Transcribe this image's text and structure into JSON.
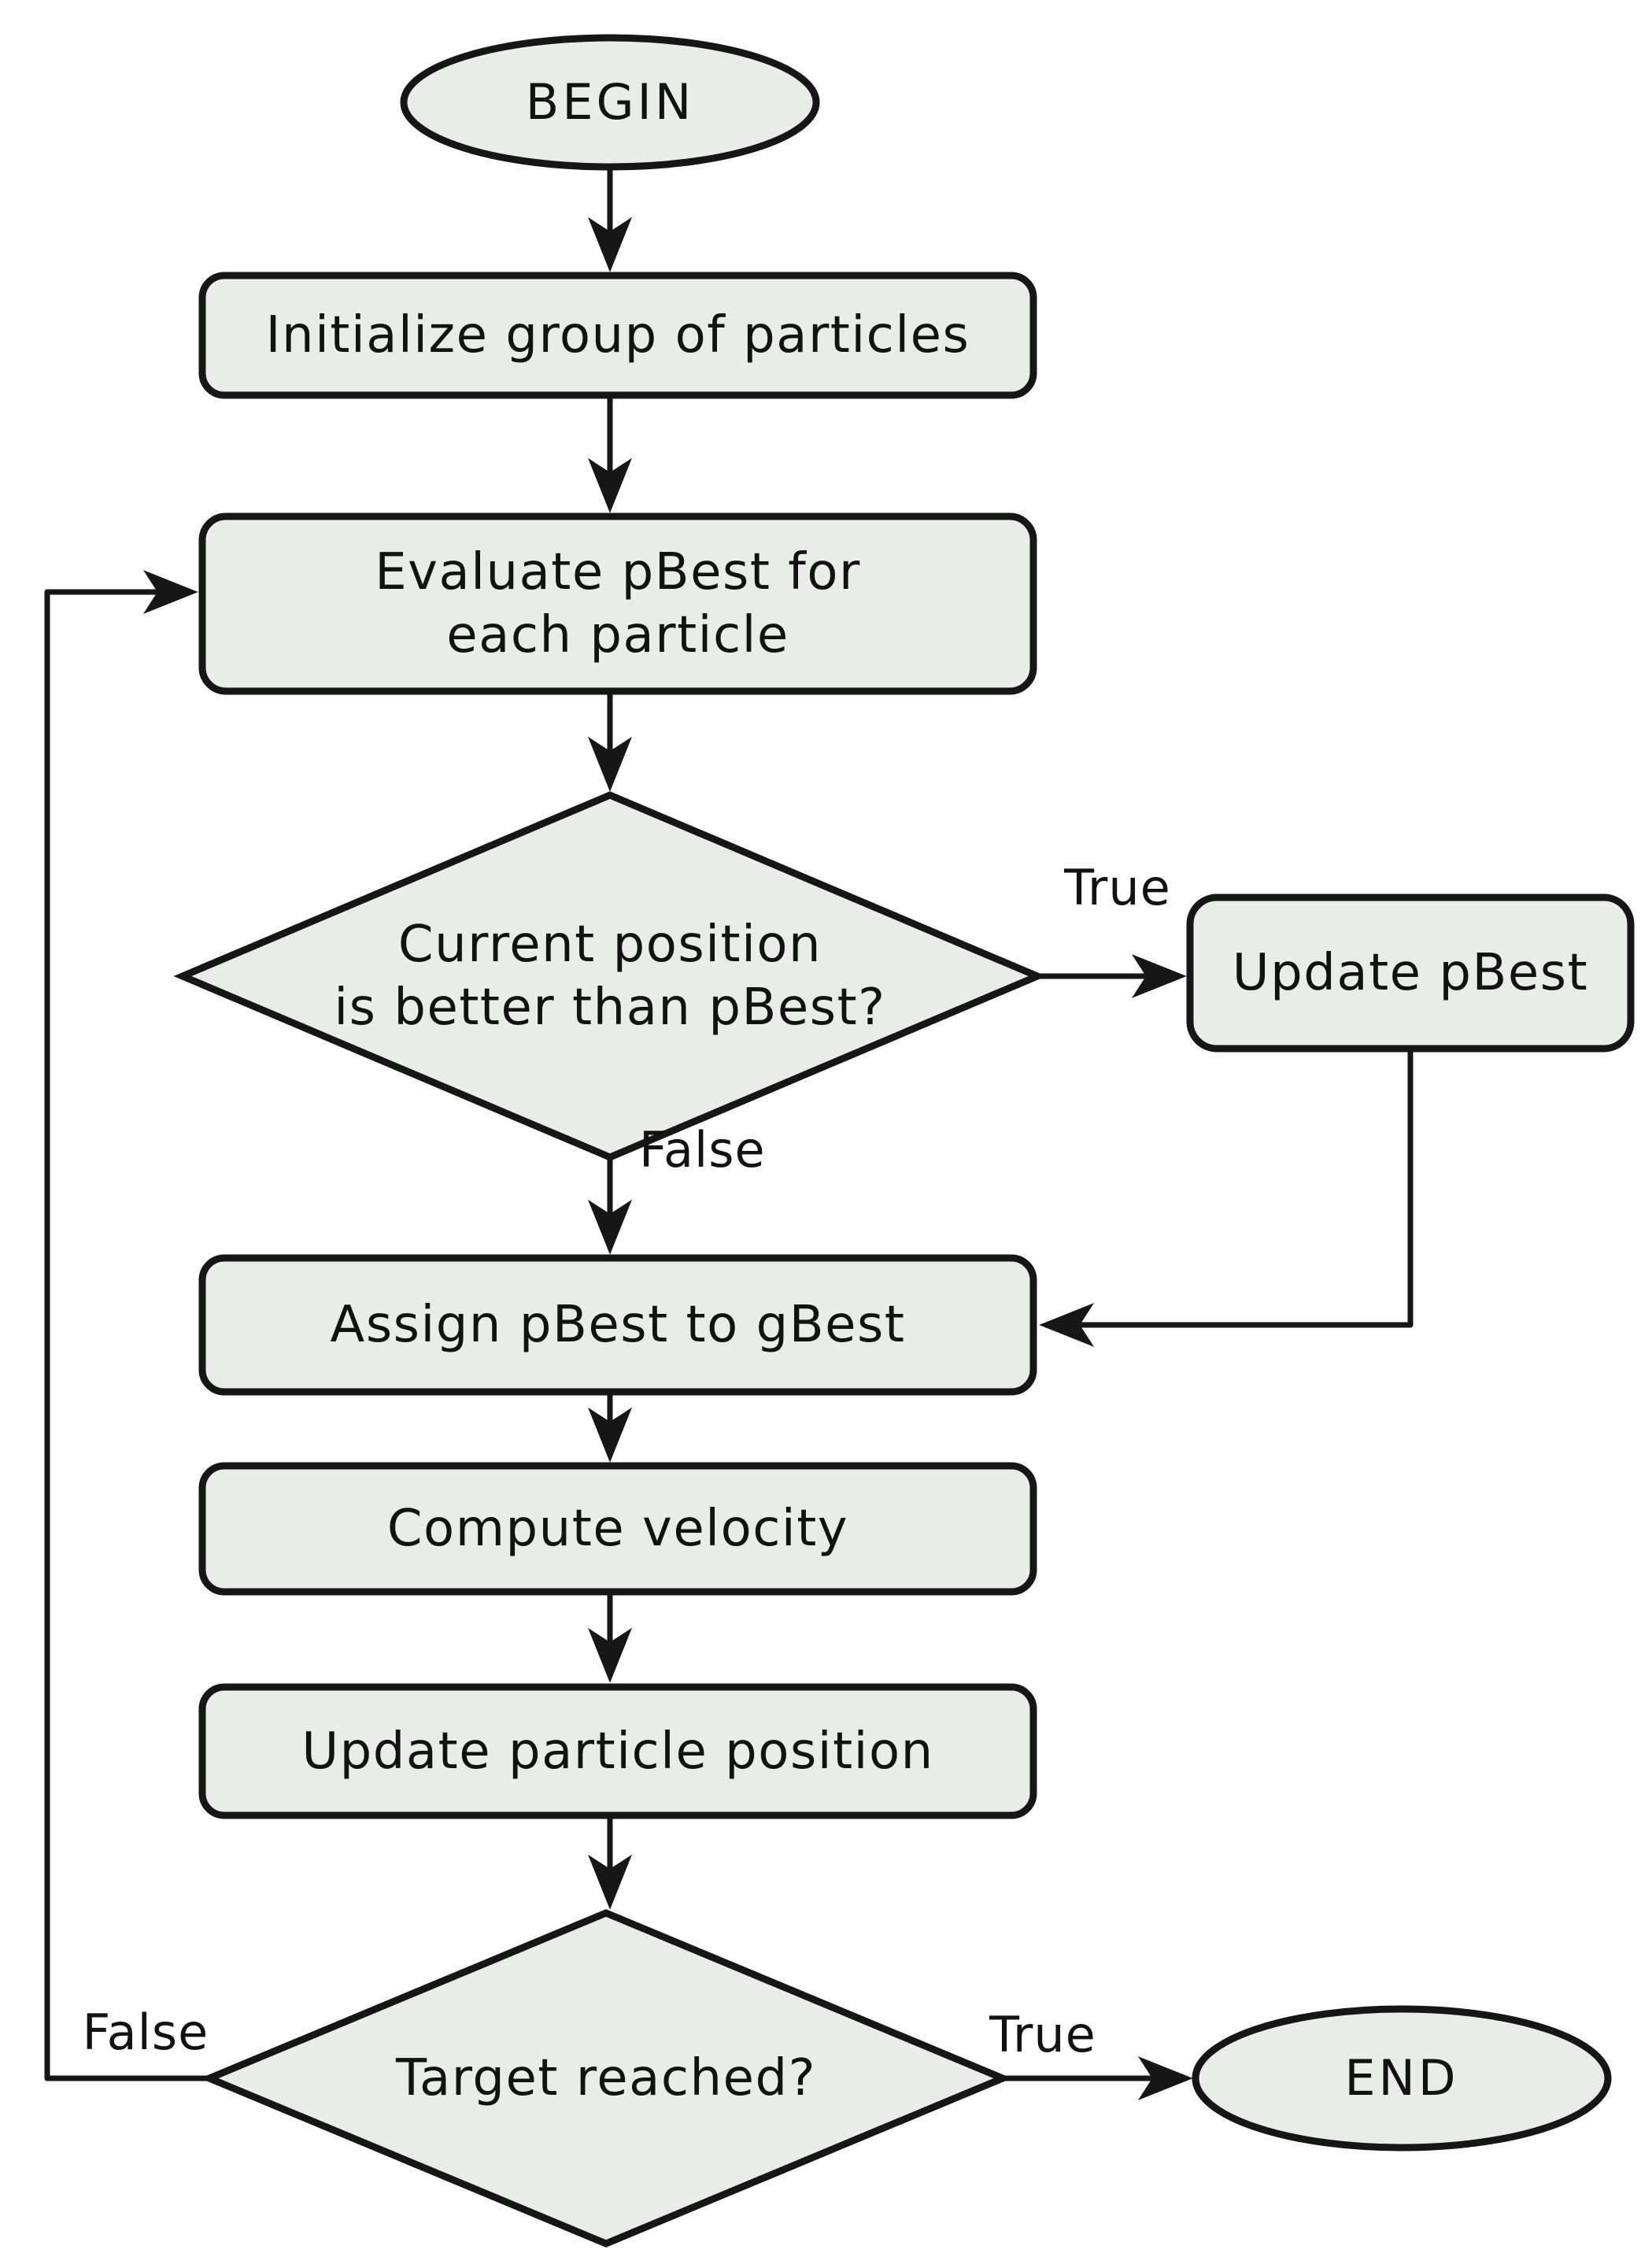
{
  "diagram": {
    "type": "flowchart",
    "nodes": {
      "begin": {
        "shape": "terminator",
        "label": "BEGIN"
      },
      "initialize": {
        "shape": "process",
        "label": "Initialize group of particles"
      },
      "evaluate": {
        "shape": "process",
        "line1": "Evaluate pBest for",
        "line2": "each particle"
      },
      "decision_pbest": {
        "shape": "decision",
        "line1": "Current position",
        "line2": "is better than pBest?"
      },
      "update_pbest": {
        "shape": "process",
        "label": "Update pBest"
      },
      "assign_gbest": {
        "shape": "process",
        "label": "Assign pBest to gBest"
      },
      "compute_velocity": {
        "shape": "process",
        "label": "Compute velocity"
      },
      "update_position": {
        "shape": "process",
        "label": "Update particle position"
      },
      "decision_target": {
        "shape": "decision",
        "label": "Target reached?"
      },
      "end": {
        "shape": "terminator",
        "label": "END"
      }
    },
    "edge_labels": {
      "pbest_true": "True",
      "pbest_false": "False",
      "target_true": "True",
      "target_false": "False"
    }
  },
  "colors": {
    "node_fill": "#eaecea",
    "stroke": "#161616",
    "text": "#121212",
    "background": "#ffffff"
  }
}
